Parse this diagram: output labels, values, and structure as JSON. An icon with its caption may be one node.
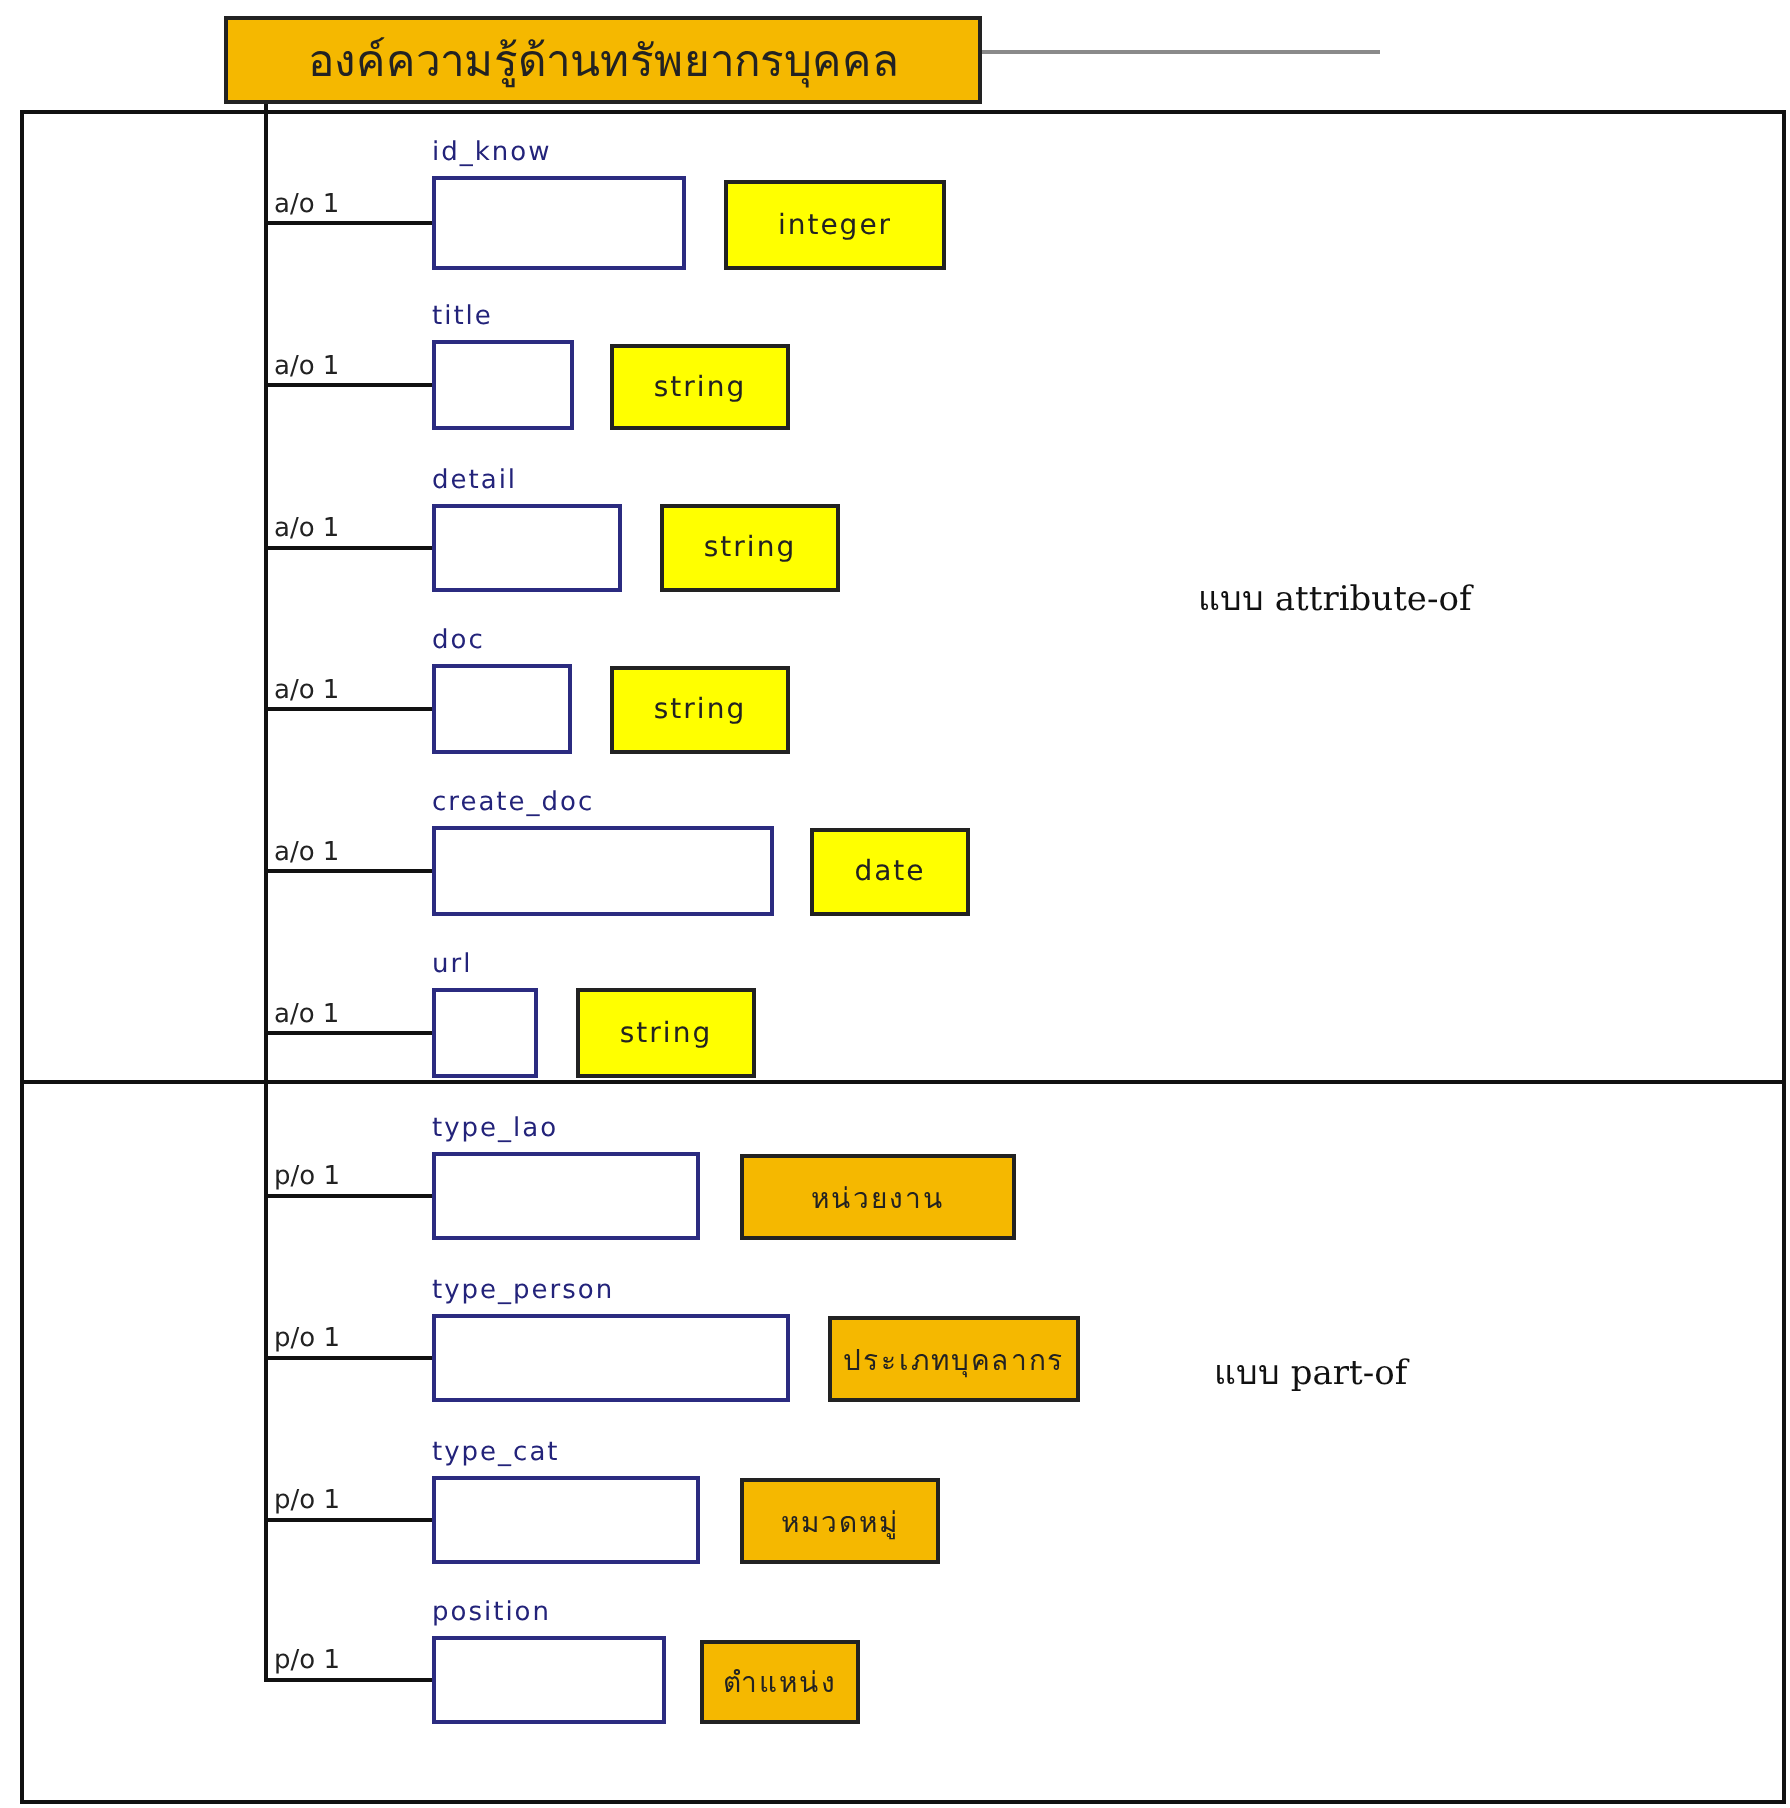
{
  "diagram": {
    "nodes": [
      {
        "text": [
          "องค์ความรู้ด้านทรัพยากรบุคคล"
        ]
      },
      {
        "text": [
          "แบบ attribute-of"
        ]
      },
      {
        "text": [
          "id_know"
        ],
        "in": 1
      },
      {
        "text": [
          "integer"
        ],
        "in": 1
      },
      {
        "text": [
          "title"
        ],
        "in": 1
      },
      {
        "text": [
          "string"
        ],
        "in": 1
      },
      {
        "text": [
          "detail"
        ],
        "in": 1
      },
      {
        "text": [
          "string"
        ],
        "in": 1
      },
      {
        "text": [
          "doc"
        ],
        "in": 1
      },
      {
        "text": [
          "string"
        ],
        "in": 1
      },
      {
        "text": [
          "create_doc"
        ],
        "in": 1
      },
      {
        "text": [
          "date"
        ],
        "in": 1
      },
      {
        "text": [
          "url"
        ],
        "in": 1
      },
      {
        "text": [
          "string"
        ],
        "in": 1
      },
      {
        "text": [
          "แบบ part-of"
        ]
      },
      {
        "text": [
          "type_lao"
        ],
        "in": 14
      },
      {
        "text": [
          "หน่วยงาน"
        ],
        "in": 14
      },
      {
        "text": [
          "type_person"
        ],
        "in": 14
      },
      {
        "text": [
          "ประเภทบุคลากร"
        ],
        "in": 14
      },
      {
        "text": [
          "type_cat"
        ],
        "in": 14
      },
      {
        "text": [
          "หมวดหมู่"
        ],
        "in": 14
      },
      {
        "text": [
          "position"
        ],
        "in": 14
      },
      {
        "text": [
          "ตำแหน่ง"
        ],
        "in": 14
      }
    ],
    "edges": [
      {
        "from": 0,
        "to": 2,
        "arrow": "none",
        "label": "a/o 1"
      },
      {
        "from": 0,
        "to": 4,
        "arrow": "none",
        "label": "a/o 1"
      },
      {
        "from": 0,
        "to": 6,
        "arrow": "none",
        "label": "a/o 1"
      },
      {
        "from": 0,
        "to": 8,
        "arrow": "none",
        "label": "a/o 1"
      },
      {
        "from": 0,
        "to": 10,
        "arrow": "none",
        "label": "a/o 1"
      },
      {
        "from": 0,
        "to": 12,
        "arrow": "none",
        "label": "a/o 1"
      },
      {
        "from": 0,
        "to": 15,
        "arrow": "none",
        "label": "p/o 1"
      },
      {
        "from": 0,
        "to": 17,
        "arrow": "none",
        "label": "p/o 1"
      },
      {
        "from": 0,
        "to": 19,
        "arrow": "none",
        "label": "p/o 1"
      },
      {
        "from": 0,
        "to": 21,
        "arrow": "none",
        "label": "p/o 1"
      },
      {
        "from": 0,
        "to": null,
        "arrow": "none",
        "color": "#8a8a8a"
      }
    ]
  }
}
